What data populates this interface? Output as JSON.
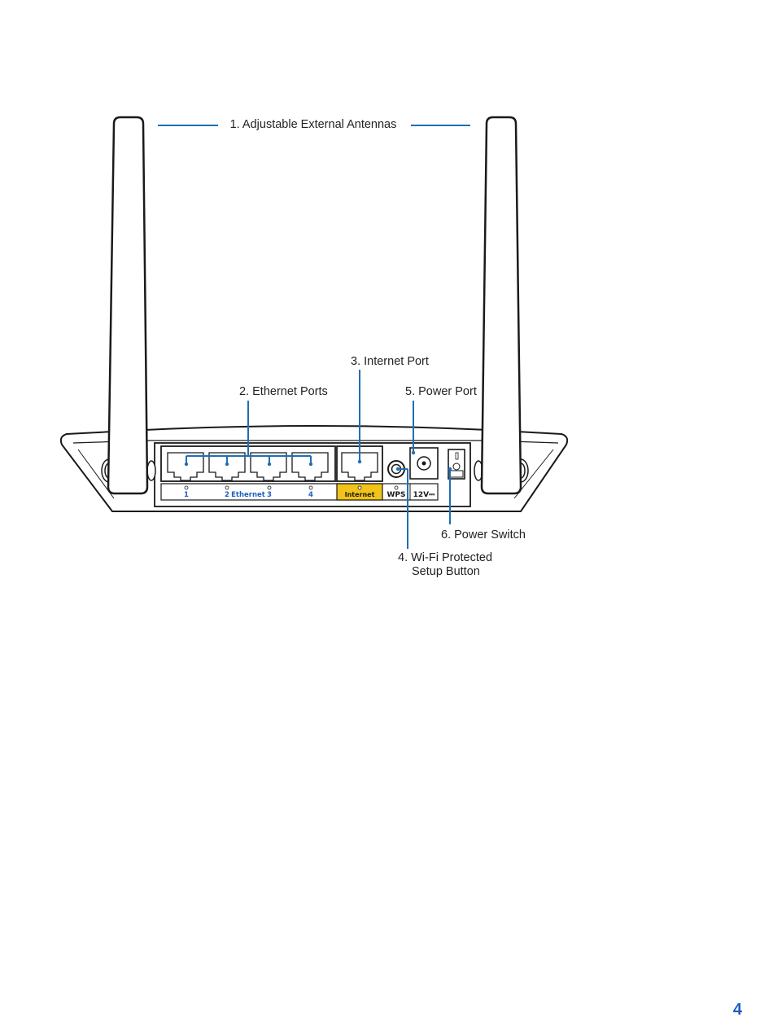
{
  "labels": {
    "antennas": "1. Adjustable External Antennas",
    "ethernet_ports": "2. Ethernet Ports",
    "internet_port": "3. Internet Port",
    "wps_line1": "4. Wi-Fi Protected",
    "wps_line2": "Setup Button",
    "power_port": "5. Power Port",
    "power_switch": "6. Power Switch"
  },
  "router_panel": {
    "port1": "1",
    "port2": "2",
    "ethernet": "Ethernet",
    "port3": "3",
    "port4": "4",
    "internet": "Internet",
    "wps": "WPS",
    "voltage": "12V⎓"
  },
  "page_number": "4",
  "colors": {
    "callout_line": "#1f6fb5",
    "internet_highlight": "#f2c318",
    "ethernet_text": "#1f5fbf"
  }
}
